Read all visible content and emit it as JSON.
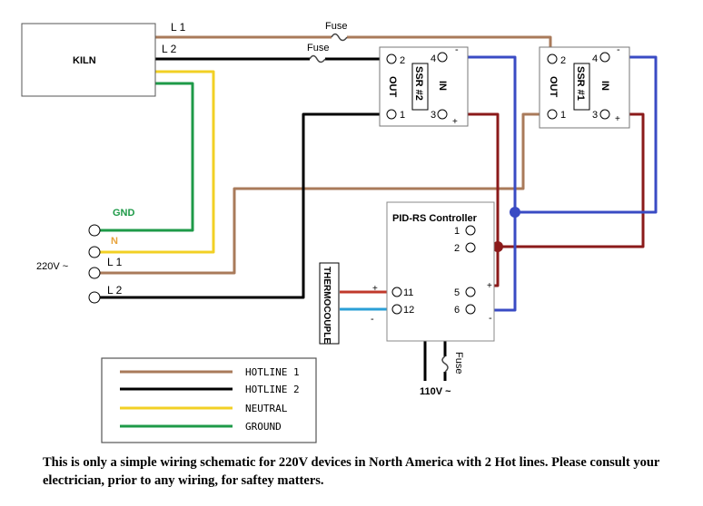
{
  "colors": {
    "hotline1": "#a97a5a",
    "hotline2": "#000000",
    "neutral": "#f2d024",
    "ground": "#1e9a48",
    "dc_positive": "#8b1a1a",
    "dc_negative": "#3a4bc4",
    "tc_positive": "#c0392b",
    "tc_negative": "#2a9fd6"
  },
  "kiln": {
    "label": "KILN"
  },
  "wires": {
    "l1_label": "L 1",
    "l2_label": "L 2"
  },
  "fuses": {
    "top": "Fuse",
    "second": "Fuse",
    "controller": "Fuse"
  },
  "ssr2": {
    "label": "SSR #2",
    "out": "OUT",
    "in": "IN",
    "t1": "1",
    "t2": "2",
    "t3": "3",
    "t4": "4",
    "plus": "+",
    "minus": "-"
  },
  "ssr1": {
    "label": "SSR #1",
    "out": "OUT",
    "in": "IN",
    "t1": "1",
    "t2": "2",
    "t3": "3",
    "t4": "4",
    "plus": "+",
    "minus": "-"
  },
  "supply": {
    "gnd": "GND",
    "n": "N",
    "l1": "L 1",
    "l2": "L 2",
    "voltage": "220V ~"
  },
  "controller": {
    "title": "PID-RS Controller",
    "t1": "1",
    "t2": "2",
    "t5": "5",
    "t6": "6",
    "t11": "11",
    "t12": "12",
    "plus5": "+",
    "minus6": "-",
    "plus11": "+",
    "minus12": "-",
    "supply": "110V ~"
  },
  "thermocouple": {
    "label": "THERMOCOUPLE"
  },
  "legend": [
    {
      "label": "HOTLINE 1",
      "color": "#a97a5a"
    },
    {
      "label": "HOTLINE 2",
      "color": "#000000"
    },
    {
      "label": "NEUTRAL",
      "color": "#f2d024"
    },
    {
      "label": "GROUND",
      "color": "#1e9a48"
    }
  ],
  "footnote": "This is only a simple wiring schematic for 220V devices in North America with 2 Hot lines. Please consult your electrician, prior to any wiring, for saftey matters."
}
